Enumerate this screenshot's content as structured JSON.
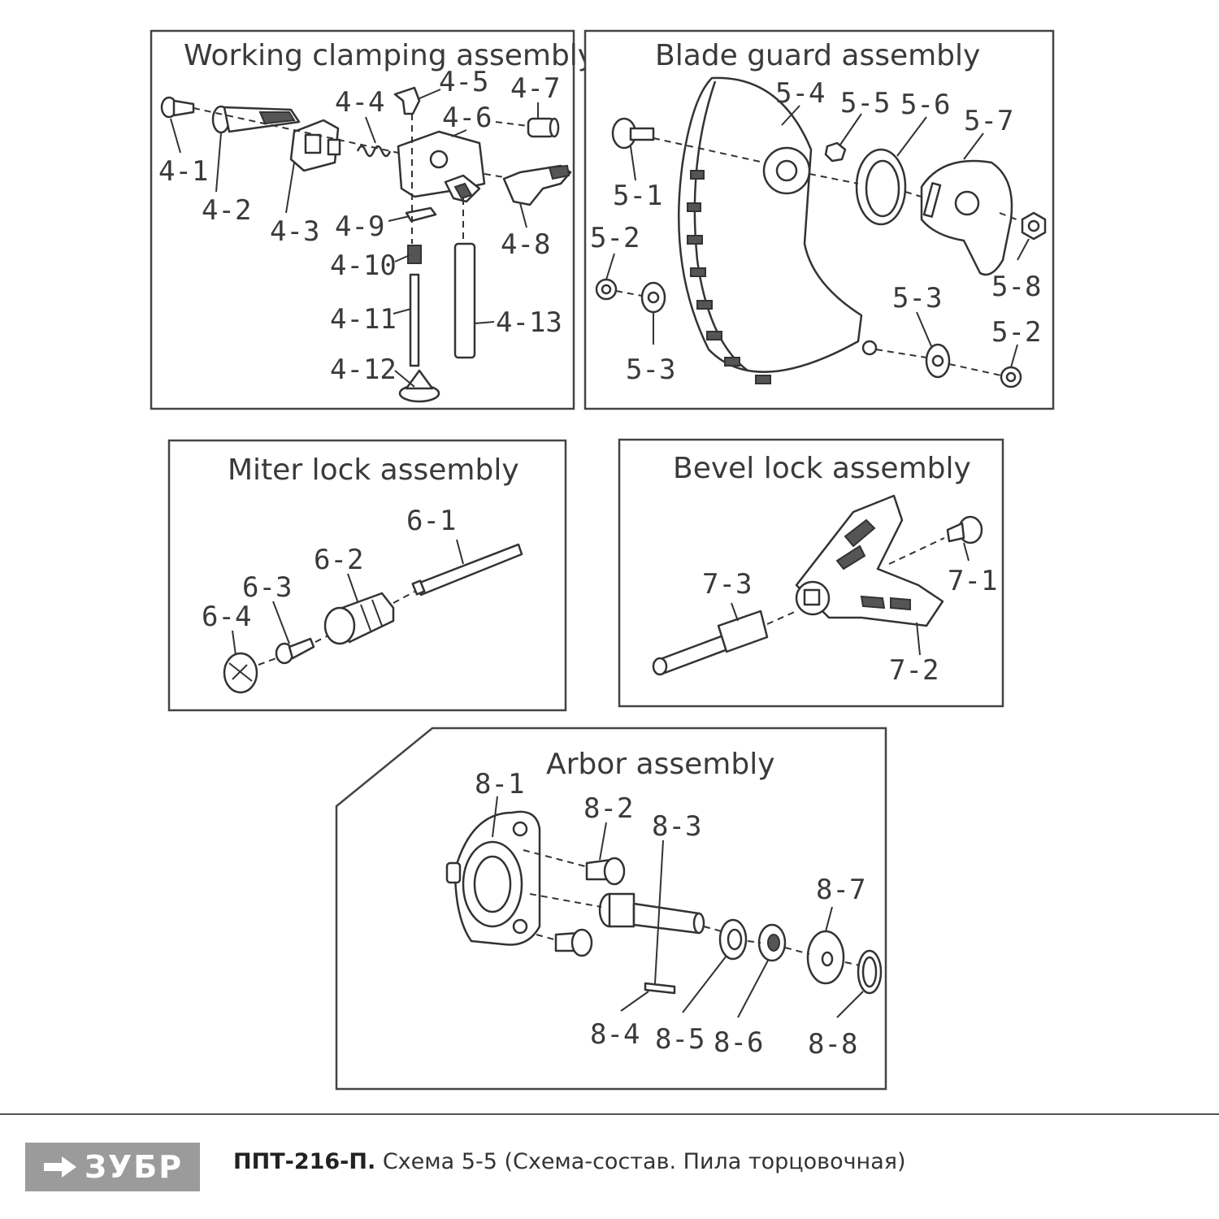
{
  "assemblies": [
    {
      "title": "Working clamping assembly",
      "labels": [
        "4-1",
        "4-2",
        "4-3",
        "4-4",
        "4-5",
        "4-6",
        "4-7",
        "4-8",
        "4-9",
        "4-10",
        "4-11",
        "4-12",
        "4-13"
      ]
    },
    {
      "title": "Blade guard assembly",
      "labels": [
        "5-1",
        "5-2",
        "5-3",
        "5-4",
        "5-5",
        "5-6",
        "5-7",
        "5-8",
        "5-3",
        "5-2"
      ]
    },
    {
      "title": "Miter  lock assembly",
      "labels": [
        "6-1",
        "6-2",
        "6-3",
        "6-4"
      ]
    },
    {
      "title": "Bevel lock assembly",
      "labels": [
        "7-1",
        "7-2",
        "7-3"
      ]
    },
    {
      "title": "Arbor assembly",
      "labels": [
        "8-1",
        "8-2",
        "8-3",
        "8-4",
        "8-5",
        "8-6",
        "8-7",
        "8-8"
      ]
    }
  ],
  "footer": {
    "logo_text": "ЗУБР",
    "model": "ППТ-216-П.",
    "description": " Схема 5-5 (Схема-состав. Пила торцовочная)"
  },
  "colors": {
    "logo_bg": "#9b9b9b",
    "line": "#333333"
  }
}
